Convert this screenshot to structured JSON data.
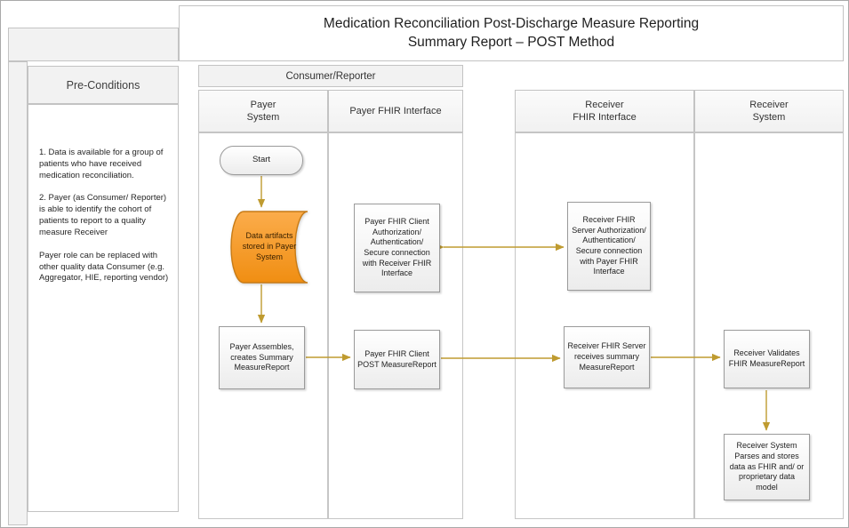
{
  "diagram": {
    "title": "Medication Reconciliation Post-Discharge Measure Reporting\nSummary Report – POST Method",
    "preconditions": {
      "header": "Pre-Conditions",
      "paragraphs": [
        "1. Data is available for a group of patients who have received medication reconciliation.",
        "2. Payer (as Consumer/ Reporter) is able to identify the cohort of patients to report to a quality measure Receiver",
        "Payer role can be replaced with other quality data Consumer (e.g. Aggregator, HIE, reporting vendor)"
      ]
    },
    "group_header": "Consumer/Reporter",
    "lanes": [
      {
        "label": "Payer\nSystem"
      },
      {
        "label": "Payer FHIR Interface"
      },
      {
        "label": "Receiver\nFHIR Interface"
      },
      {
        "label": "Receiver\nSystem"
      }
    ],
    "nodes": {
      "start": "Start",
      "data_artifacts": "Data artifacts stored in Payer System",
      "payer_assembles": "Payer Assembles, creates Summary MeasureReport",
      "payer_auth": "Payer FHIR Client Authorization/ Authentication/ Secure connection with Receiver FHIR Interface",
      "payer_post": "Payer FHIR Client POST MeasureReport",
      "receiver_auth": "Receiver FHIR Server Authorization/ Authentication/ Secure connection with Payer FHIR Interface",
      "receiver_receives": "Receiver FHIR Server receives summary MeasureReport",
      "receiver_validates": "Receiver Validates FHIR MeasureReport",
      "receiver_parses": "Receiver System Parses and stores data as FHIR and/ or proprietary data model"
    },
    "colors": {
      "stored_data_fill": "#F79A28",
      "stored_data_border": "#C77B16",
      "arrow": "#BF9B30",
      "lane_border": "#C6C6C6",
      "band_fill": "#F2F2F2"
    }
  }
}
